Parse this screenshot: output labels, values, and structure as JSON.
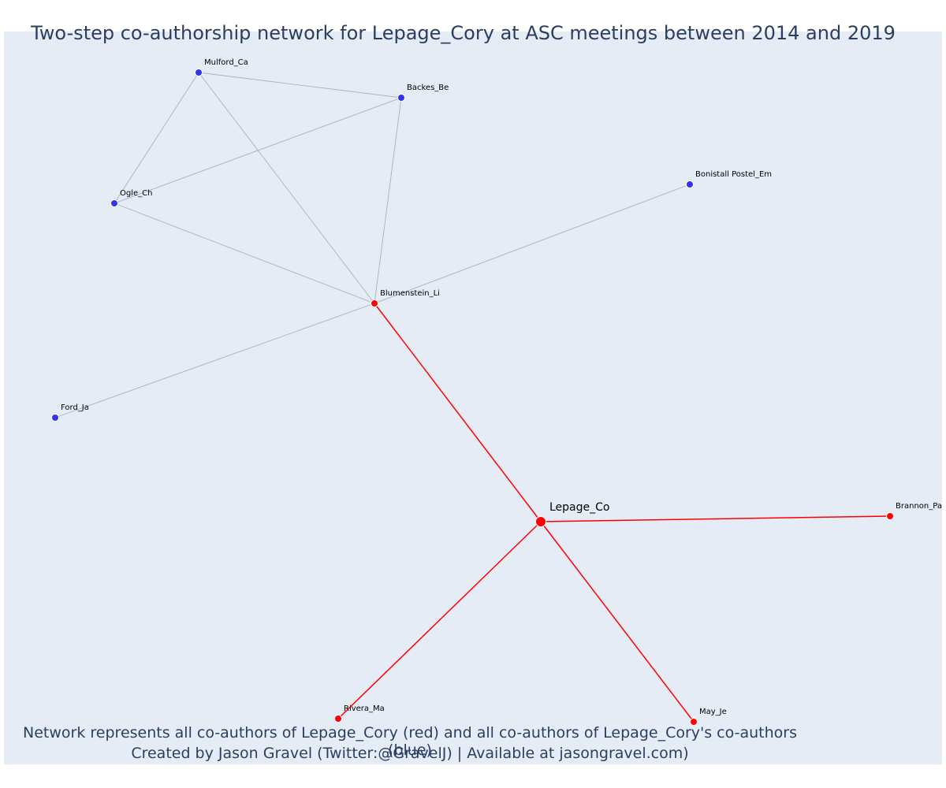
{
  "title": "Two-step co-authorship network for Lepage_Cory at ASC meetings between 2014 and 2019",
  "footer": {
    "line1": "Network represents all co-authors of Lepage_Cory (red) and all co-authors of Lepage_Cory's co-authors (blue)",
    "line2": "Created by Jason Gravel (Twitter:@GravelJ) | Available at jasongravel.com)"
  },
  "colors": {
    "background": "#e5ecf6",
    "first_degree": "#ff0000",
    "second_degree": "#3333ee",
    "edge_first": "#ff0000",
    "edge_second": "#aab0c0",
    "text": "#2a3f5f"
  },
  "network": {
    "center": "Lepage_Co",
    "nodes": [
      {
        "id": "Lepage_Co",
        "group": "center"
      },
      {
        "id": "Blumenstein_Li",
        "group": "first"
      },
      {
        "id": "Brannon_Pa",
        "group": "first"
      },
      {
        "id": "Rivera_Ma",
        "group": "first"
      },
      {
        "id": "May_Je",
        "group": "first"
      },
      {
        "id": "Mulford_Ca",
        "group": "second"
      },
      {
        "id": "Backes_Be",
        "group": "second"
      },
      {
        "id": "Ogle_Ch",
        "group": "second"
      },
      {
        "id": "Bonistall Postel_Em",
        "group": "second"
      },
      {
        "id": "Ford_Ja",
        "group": "second"
      }
    ],
    "edges": [
      [
        "Lepage_Co",
        "Blumenstein_Li"
      ],
      [
        "Lepage_Co",
        "Brannon_Pa"
      ],
      [
        "Lepage_Co",
        "Rivera_Ma"
      ],
      [
        "Lepage_Co",
        "May_Je"
      ],
      [
        "Blumenstein_Li",
        "Mulford_Ca"
      ],
      [
        "Blumenstein_Li",
        "Backes_Be"
      ],
      [
        "Blumenstein_Li",
        "Ogle_Ch"
      ],
      [
        "Blumenstein_Li",
        "Bonistall Postel_Em"
      ],
      [
        "Blumenstein_Li",
        "Ford_Ja"
      ],
      [
        "Mulford_Ca",
        "Backes_Be"
      ],
      [
        "Mulford_Ca",
        "Ogle_Ch"
      ],
      [
        "Backes_Be",
        "Ogle_Ch"
      ]
    ]
  }
}
